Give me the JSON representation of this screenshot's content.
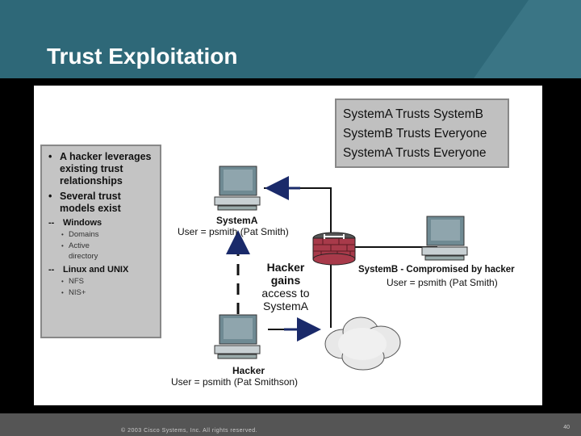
{
  "title": "Trust Exploitation",
  "footer": {
    "copyright": "© 2003 Cisco Systems, Inc. All rights reserved.",
    "page": "40"
  },
  "bullets": {
    "b1": "A hacker leverages existing trust relationships",
    "b2": "Several trust models exist",
    "windows": "Windows",
    "domains": "Domains",
    "active": "Active",
    "directory": "directory",
    "linux": "Linux and UNIX",
    "nfs": "NFS",
    "nis": "NIS+"
  },
  "trust_box": [
    "SystemA Trusts SystemB",
    "SystemB Trusts Everyone",
    "SystemA Trusts Everyone"
  ],
  "system_a": {
    "name": "SystemA",
    "user": "User = psmith (Pat Smith)"
  },
  "system_b": {
    "name": "SystemB - Compromised by hacker",
    "user": "User = psmith (Pat Smith)"
  },
  "hacker": {
    "name": "Hacker",
    "user": "User = psmith (Pat Smithson)"
  },
  "hacker_gains": [
    "Hacker",
    "gains",
    "access to",
    "SystemA"
  ],
  "colors": {
    "header": "#2e6878",
    "arrow": "#1a2a6a",
    "monitor": "#6f8a93",
    "firewall": "#a83a4a"
  }
}
